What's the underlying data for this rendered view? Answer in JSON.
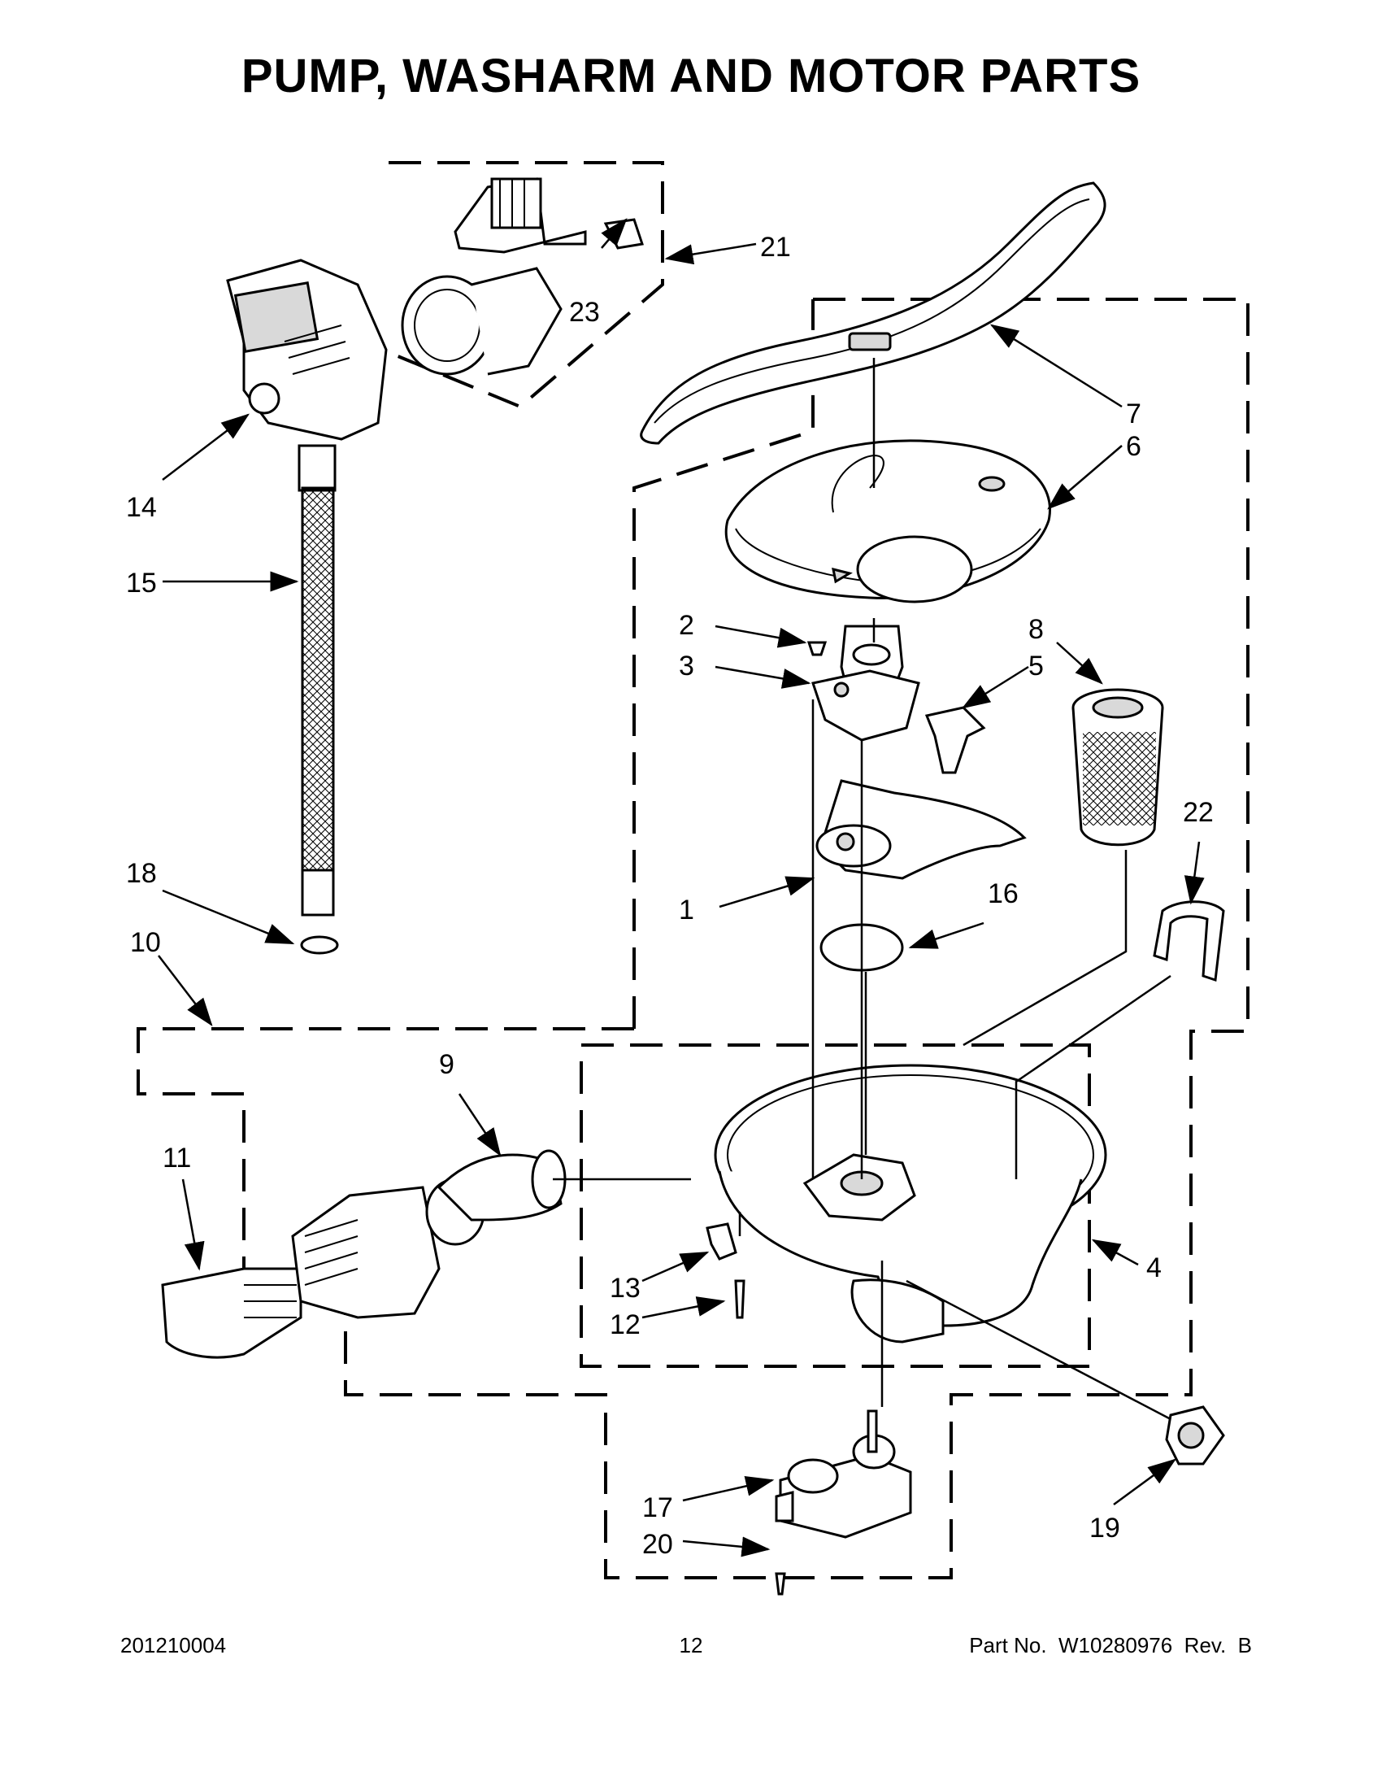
{
  "title": "PUMP, WASHARM AND MOTOR PARTS",
  "callouts": [
    {
      "label": "1"
    },
    {
      "label": "2"
    },
    {
      "label": "3"
    },
    {
      "label": "4"
    },
    {
      "label": "5"
    },
    {
      "label": "6"
    },
    {
      "label": "7"
    },
    {
      "label": "8"
    },
    {
      "label": "9"
    },
    {
      "label": "10"
    },
    {
      "label": "11"
    },
    {
      "label": "12"
    },
    {
      "label": "13"
    },
    {
      "label": "14"
    },
    {
      "label": "15"
    },
    {
      "label": "16"
    },
    {
      "label": "17"
    },
    {
      "label": "18"
    },
    {
      "label": "19"
    },
    {
      "label": "20"
    },
    {
      "label": "21"
    },
    {
      "label": "22"
    },
    {
      "label": "23"
    }
  ],
  "footer": {
    "doc_code": "201210004",
    "page_number": "12",
    "part_number": "Part No.  W10280976  Rev.  B"
  }
}
